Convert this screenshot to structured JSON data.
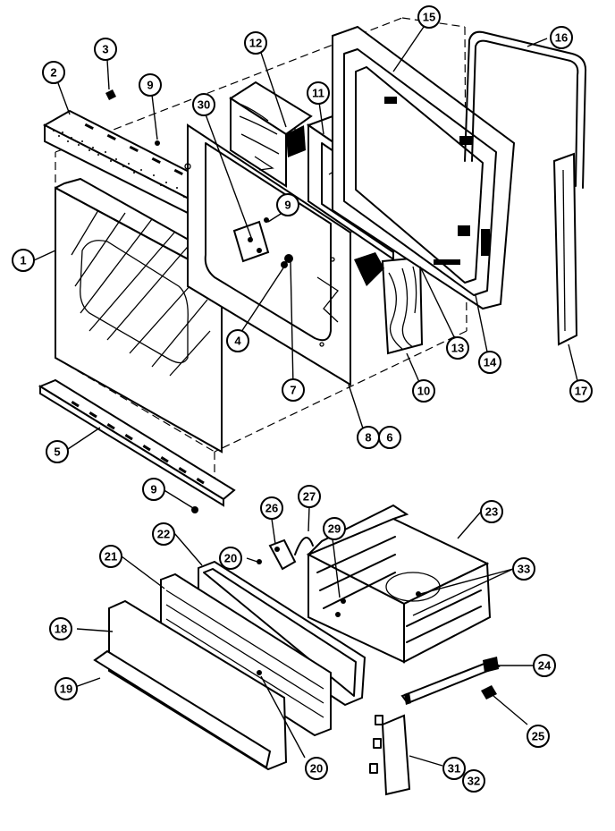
{
  "callouts": [
    {
      "id": "1",
      "label": "1"
    },
    {
      "id": "2",
      "label": "2"
    },
    {
      "id": "3",
      "label": "3"
    },
    {
      "id": "4",
      "label": "4"
    },
    {
      "id": "5",
      "label": "5"
    },
    {
      "id": "6",
      "label": "6"
    },
    {
      "id": "7",
      "label": "7"
    },
    {
      "id": "8",
      "label": "8"
    },
    {
      "id": "9a",
      "label": "9"
    },
    {
      "id": "9b",
      "label": "9"
    },
    {
      "id": "9c",
      "label": "9"
    },
    {
      "id": "10",
      "label": "10"
    },
    {
      "id": "11",
      "label": "11"
    },
    {
      "id": "12",
      "label": "12"
    },
    {
      "id": "13",
      "label": "13"
    },
    {
      "id": "14",
      "label": "14"
    },
    {
      "id": "15",
      "label": "15"
    },
    {
      "id": "16",
      "label": "16"
    },
    {
      "id": "17",
      "label": "17"
    },
    {
      "id": "18",
      "label": "18"
    },
    {
      "id": "19",
      "label": "19"
    },
    {
      "id": "20a",
      "label": "20"
    },
    {
      "id": "20b",
      "label": "20"
    },
    {
      "id": "21",
      "label": "21"
    },
    {
      "id": "22",
      "label": "22"
    },
    {
      "id": "23",
      "label": "23"
    },
    {
      "id": "24",
      "label": "24"
    },
    {
      "id": "25",
      "label": "25"
    },
    {
      "id": "26",
      "label": "26"
    },
    {
      "id": "27",
      "label": "27"
    },
    {
      "id": "29",
      "label": "29"
    },
    {
      "id": "30",
      "label": "30"
    },
    {
      "id": "31",
      "label": "31"
    },
    {
      "id": "32",
      "label": "32"
    },
    {
      "id": "33",
      "label": "33"
    }
  ]
}
